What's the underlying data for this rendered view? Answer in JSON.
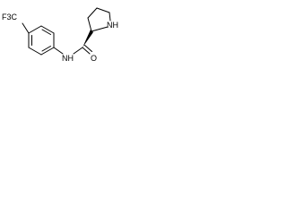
{
  "figure": {
    "type": "chemical-structure",
    "colors": {
      "background": "#ffffff",
      "bonds": "#000000",
      "labels": "#000000"
    }
  },
  "atoms": {
    "trifluoromethyl": "F3C",
    "amide_nitrogen": "NH",
    "carbonyl_oxygen": "O",
    "ring_nitrogen": "NH"
  }
}
